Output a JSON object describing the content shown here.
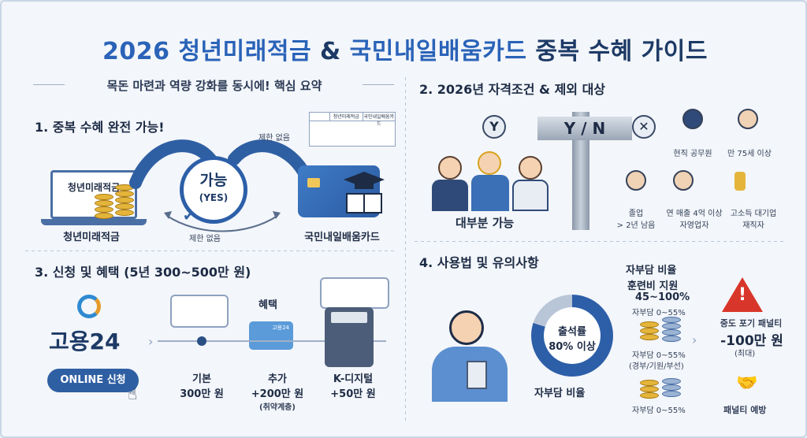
{
  "title": {
    "part1": "2026 청년미래적금",
    "amp": "&",
    "part2": "국민내일배움카드",
    "part3": "중복 수혜 가이드"
  },
  "subtitle": "목돈 마련과 역량 강화를 동시에! 핵심 요약",
  "section1": {
    "heading": "1. 중복 수혜 완전 가능!",
    "left_screen": "청년미래적금",
    "left_label": "청년미래적금",
    "right_label": "국민내일배움카드",
    "center_main": "가능",
    "center_sub": "(YES)",
    "no_limit_top": "제한 없음",
    "no_limit_bottom": "제한 없음",
    "table_headers": [
      "청년미래적금",
      "국민내일배움카드"
    ]
  },
  "section2": {
    "heading": "2. 2026년 자격조건 & 제외 대상",
    "yes": "Y",
    "no": "✕",
    "sign": "Y / N",
    "most_possible": "대부분 가능",
    "exclusions": [
      {
        "label": "현직 공무원"
      },
      {
        "label": "만 75세 이상"
      },
      {
        "label": "졸업\n> 2년 남음"
      },
      {
        "label": "연 매출 4억 이상\n자영업자"
      },
      {
        "label": "고소득 대기업\n재직자"
      }
    ]
  },
  "section3": {
    "heading": "3. 신청 및 혜택 (5년 300~500만 원)",
    "logo_text": "고용24",
    "online_button": "ONLINE 신청",
    "benefit_label": "혜택",
    "card_text": "고용24",
    "steps": [
      {
        "line1": "기본",
        "line2": "300만 원",
        "line3": ""
      },
      {
        "line1": "추가",
        "line2": "+200만 원",
        "line3": "(취약계층)"
      },
      {
        "line1": "K-디지털",
        "line2": "+50만 원",
        "line3": ""
      }
    ]
  },
  "section4": {
    "heading": "4. 사용법 및 유의사항",
    "donut_line1": "출석률",
    "donut_line2": "80% 이상",
    "donut_value": 0.8,
    "self_ratio_top": "자부담 비율",
    "self_ratio_bottom": "자부담 비율",
    "support_title": "훈련비 지원",
    "support_range": "45~100%",
    "self_0_55_a": "자부담 0~55%",
    "self_0_55_b": "자부담 0~55%",
    "self_0_55_b_note": "(경부/기원/부선)",
    "self_0_55_c": "자부담 0~55%",
    "penalty_title": "중도 포기 패널티",
    "penalty_amount": "-100만 원",
    "penalty_note": "(최대)",
    "penalty_prevent": "패널티 예방"
  }
}
